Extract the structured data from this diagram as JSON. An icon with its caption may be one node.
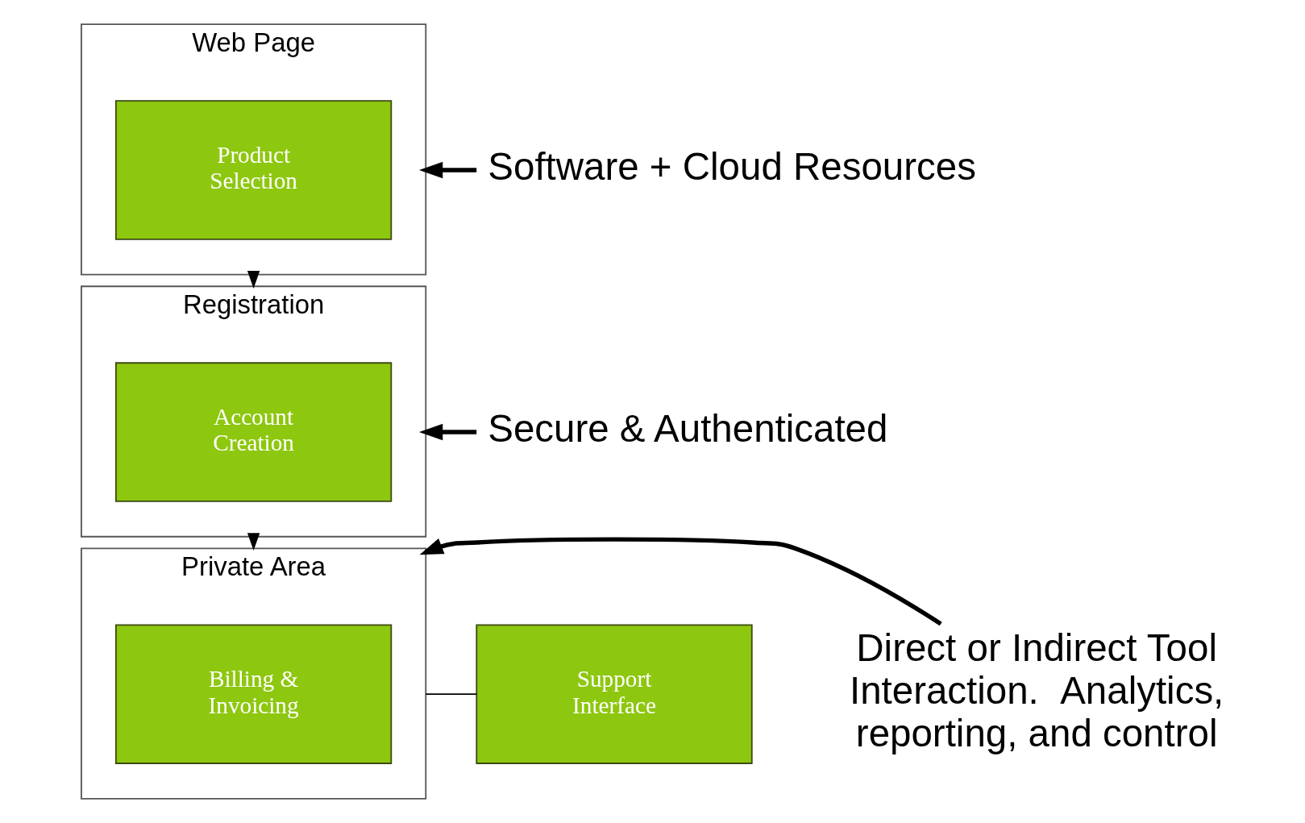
{
  "diagram": {
    "nodes": [
      {
        "text": [
          "Web Page"
        ]
      },
      {
        "text": [
          "Product Selection"
        ],
        "in": 0
      },
      {
        "text": [
          "Registration"
        ]
      },
      {
        "text": [
          "Account Creation"
        ],
        "in": 2
      },
      {
        "text": [
          "Private Area"
        ]
      },
      {
        "text": [
          "Support Interface"
        ]
      },
      {
        "text": [
          "Billing & Invoicing"
        ],
        "in": 4
      },
      {
        "text": [
          "Software + Cloud Resources"
        ]
      },
      {
        "text": [
          "Secure & Authenticated"
        ]
      },
      {
        "text": [
          "Direct or Indirect Tool Interaction.  Analytics, reporting, and control"
        ]
      }
    ],
    "edges": [
      {
        "from": 0,
        "to": 2,
        "arrow": "to"
      },
      {
        "from": 2,
        "to": 4,
        "arrow": "to"
      },
      {
        "from": 5,
        "to": 4,
        "arrow": "none"
      },
      {
        "from": 7,
        "to": 0,
        "arrow": "to",
        "style": "thick"
      },
      {
        "from": 8,
        "to": 2,
        "arrow": "to",
        "style": "thick"
      },
      {
        "from": 9,
        "to": 4,
        "arrow": "to",
        "style": "thick"
      }
    ]
  }
}
